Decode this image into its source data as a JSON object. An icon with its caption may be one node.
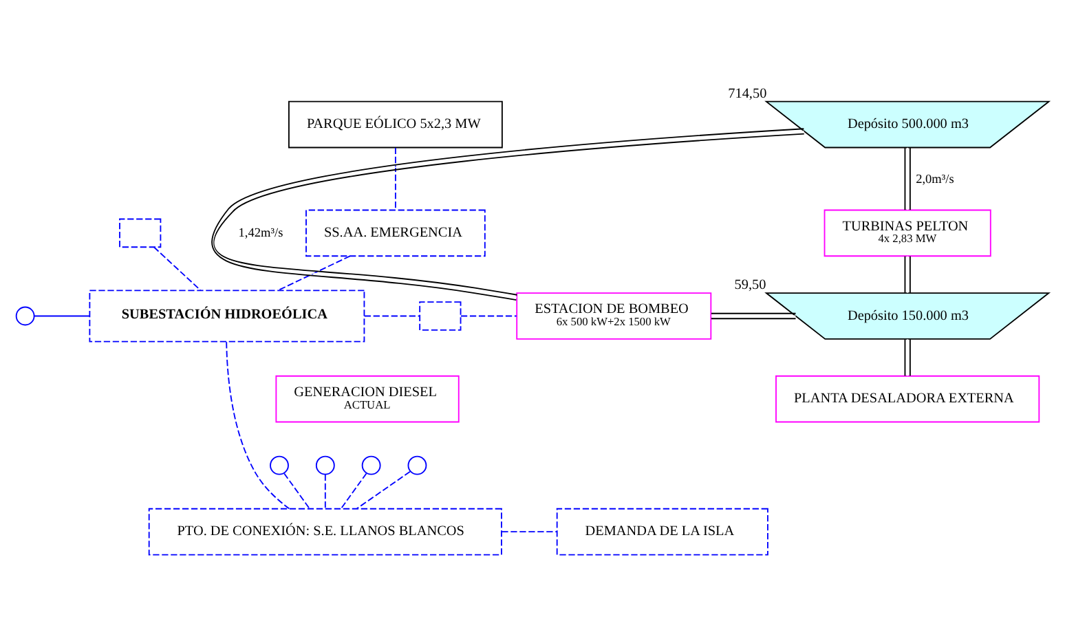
{
  "diagram": {
    "nodes": [
      {
        "text": [
          "Depósito 500.000 m3"
        ],
        "beside": [
          "714,50"
        ]
      },
      {
        "text": [
          "PARQUE EÓLICO 5x2,3 MW"
        ]
      },
      {
        "text": [
          "SS.AA. EMERGENCIA"
        ]
      },
      {
        "text": [],
        "shape": "box"
      },
      {
        "text": [
          "TURBINAS PELTON",
          "4x 2,83 MW"
        ]
      },
      {
        "text": [],
        "shape": "circle"
      },
      {
        "text": [
          "SUBESTACIÓN HIDROEÓLICA"
        ]
      },
      {
        "text": [],
        "shape": "box"
      },
      {
        "text": [
          "ESTACION DE BOMBEO",
          "6x 500 kW+2x 1500 kW"
        ]
      },
      {
        "text": [
          "Depósito 150.000 m3"
        ],
        "beside": [
          "59,50"
        ]
      },
      {
        "text": [
          "GENERACION DIESEL",
          "ACTUAL"
        ]
      },
      {
        "text": [],
        "shape": "circle"
      },
      {
        "text": [],
        "shape": "circle"
      },
      {
        "text": [],
        "shape": "circle"
      },
      {
        "text": [],
        "shape": "circle"
      },
      {
        "text": [
          "PLANTA DESALADORA EXTERNA"
        ]
      },
      {
        "text": [
          "PTO. DE CONEXIÓN: S.E. LLANOS BLANCOS"
        ]
      },
      {
        "text": [
          "DEMANDA DE LA ISLA"
        ]
      }
    ],
    "edges": [
      {
        "from": 1,
        "to": 2,
        "arrow": "none",
        "style": "dashed",
        "color": "#0000ff"
      },
      {
        "from": 2,
        "to": 6,
        "arrow": "none",
        "style": "dashed",
        "color": "#0000ff"
      },
      {
        "from": 0,
        "to": 4,
        "arrow": "none",
        "label": "2,0m³/s",
        "color": "#000000"
      },
      {
        "from": 8,
        "to": 0,
        "arrow": "none",
        "label": "1,42m³/s",
        "color": "#000000"
      },
      {
        "from": 3,
        "to": 6,
        "arrow": "none",
        "style": "dashed",
        "color": "#0000ff"
      },
      {
        "from": 5,
        "to": 6,
        "arrow": "none",
        "color": "#0000ff"
      },
      {
        "from": 4,
        "to": 9,
        "arrow": "none",
        "color": "#000000"
      },
      {
        "from": 6,
        "to": 7,
        "arrow": "none",
        "style": "dashed",
        "color": "#0000ff"
      },
      {
        "from": 7,
        "to": 8,
        "arrow": "none",
        "style": "dashed",
        "color": "#0000ff"
      },
      {
        "from": 8,
        "to": 9,
        "arrow": "none",
        "color": "#000000"
      },
      {
        "from": 9,
        "to": 15,
        "arrow": "none",
        "color": "#000000"
      },
      {
        "from": 6,
        "to": 16,
        "arrow": "none",
        "style": "dashed",
        "color": "#0000ff"
      },
      {
        "from": 11,
        "to": 16,
        "arrow": "none",
        "style": "dashed",
        "color": "#0000ff"
      },
      {
        "from": 12,
        "to": 16,
        "arrow": "none",
        "style": "dashed",
        "color": "#0000ff"
      },
      {
        "from": 13,
        "to": 16,
        "arrow": "none",
        "style": "dashed",
        "color": "#0000ff"
      },
      {
        "from": 14,
        "to": 16,
        "arrow": "none",
        "style": "dashed",
        "color": "#0000ff"
      },
      {
        "from": 16,
        "to": 17,
        "arrow": "none",
        "style": "dashed",
        "color": "#0000ff"
      }
    ]
  }
}
